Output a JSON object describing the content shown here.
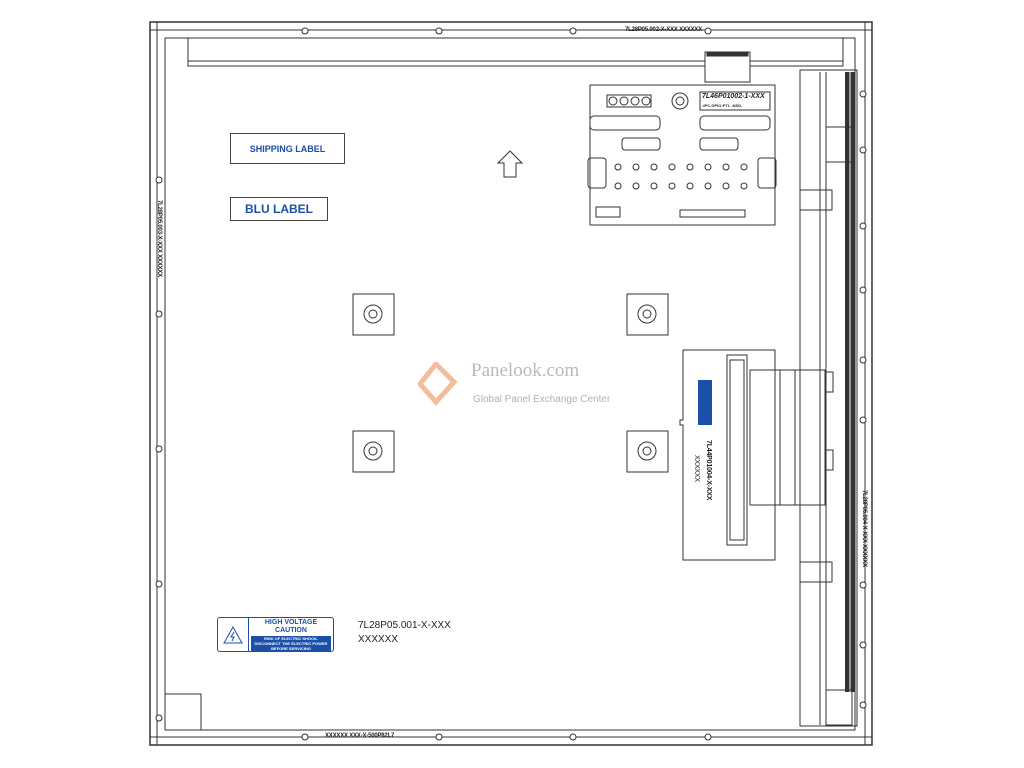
{
  "drawing": {
    "top_part_number": "7L28P05.002-X-XXX  XXXXXX",
    "left_part_number": "7L28P05.003-X-XXX  XXXXXX",
    "right_part_number": "7L28P05.004-X-XXX  XXXXXX",
    "bottom_part_number": "XXXXXX  XXX-X-500P82L7",
    "shipping_label": "SHIPPING LABEL",
    "blu_label": "BLU LABEL",
    "connector_board_part": "7L46P01002-1-XXX",
    "connector_board_sub": "-IPC-GPIO-PTI-      -NSD-",
    "inverter_part": "7L44P01004-X-XXX",
    "inverter_code": "XXXXXX",
    "main_part_number": "7L28P05.001-X-XXX",
    "main_code": "XXXXXX",
    "caution": {
      "title1": "HIGH VOLTAGE",
      "title2": "CAUTION",
      "text": "RISK OF ELECTRIC SHOCK. DISCONNECT THE ELECTRIC POWER BEFORE SERVICING"
    }
  },
  "watermark": {
    "site": "Panelook.com",
    "tagline": "Global Panel Exchange Center"
  },
  "colors": {
    "line": "#333333",
    "label_blue": "#1b4fa8",
    "watermark": "#f0a070"
  }
}
